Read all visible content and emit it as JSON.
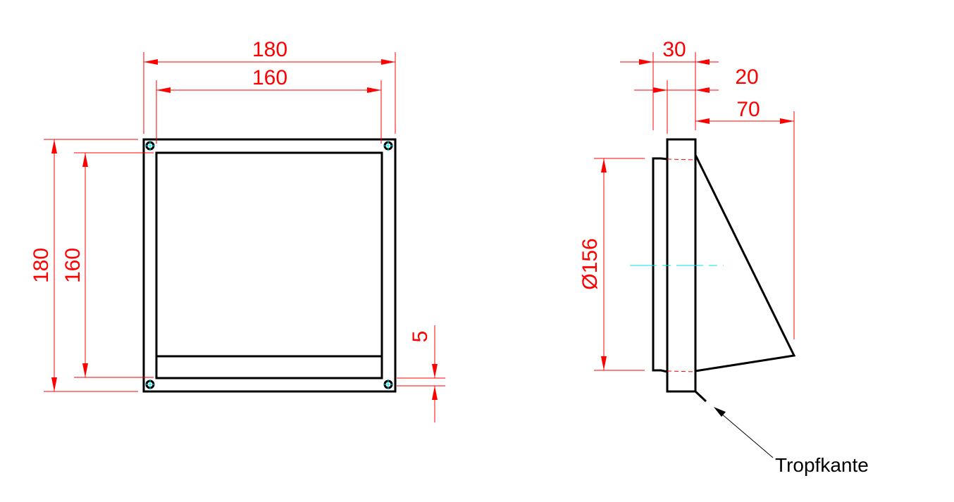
{
  "drawing": {
    "front_view": {
      "outer_width": "180",
      "inner_width": "160",
      "outer_height": "180",
      "inner_height": "160",
      "drip_gap": "5"
    },
    "side_view": {
      "collar_depth": "30",
      "plate_thickness": "20",
      "hood_depth": "70",
      "diameter": "Ø156",
      "drip_edge_label": "Tropfkante"
    }
  },
  "colors": {
    "outline": "#000000",
    "dimension": "#ff0000",
    "centerline": "#00e5ee"
  }
}
